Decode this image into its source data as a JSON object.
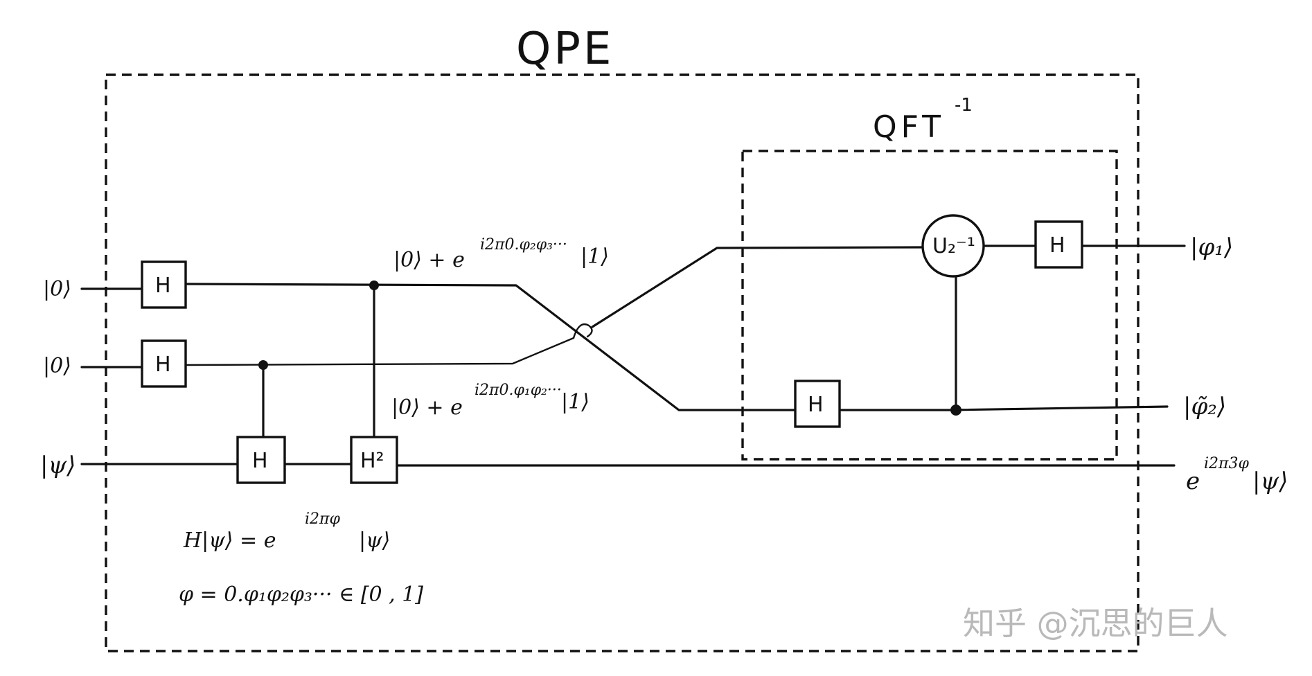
{
  "title": "QPE",
  "subtitle": "QFT",
  "subtitle_sup": "-1",
  "inputs": [
    "|0⟩",
    "|0⟩",
    "|ψ⟩"
  ],
  "gates": {
    "h": "H",
    "h2": "H²",
    "u_inv": "U₂⁻¹"
  },
  "annotations": {
    "upper_state": "|0⟩ + e",
    "upper_exp": "i2π0.φ₂φ₃···",
    "upper_tail": "|1⟩",
    "lower_state": "|0⟩ + e",
    "lower_exp": "i2π0.φ₁φ₂···",
    "lower_tail": "|1⟩",
    "eig_eq": "H|ψ⟩ = e",
    "eig_exp": "i2πφ",
    "eig_tail": "|ψ⟩",
    "phase_def": "φ = 0.φ₁φ₂φ₃··· ∈ [0 , 1]"
  },
  "outputs": {
    "top": "|φ₁⟩",
    "middle": "|φ̃₂⟩",
    "bottom_base": "e",
    "bottom_exp": "i2π3φ",
    "bottom_tail": "|ψ⟩"
  },
  "watermark": "知乎 @沉思的巨人"
}
